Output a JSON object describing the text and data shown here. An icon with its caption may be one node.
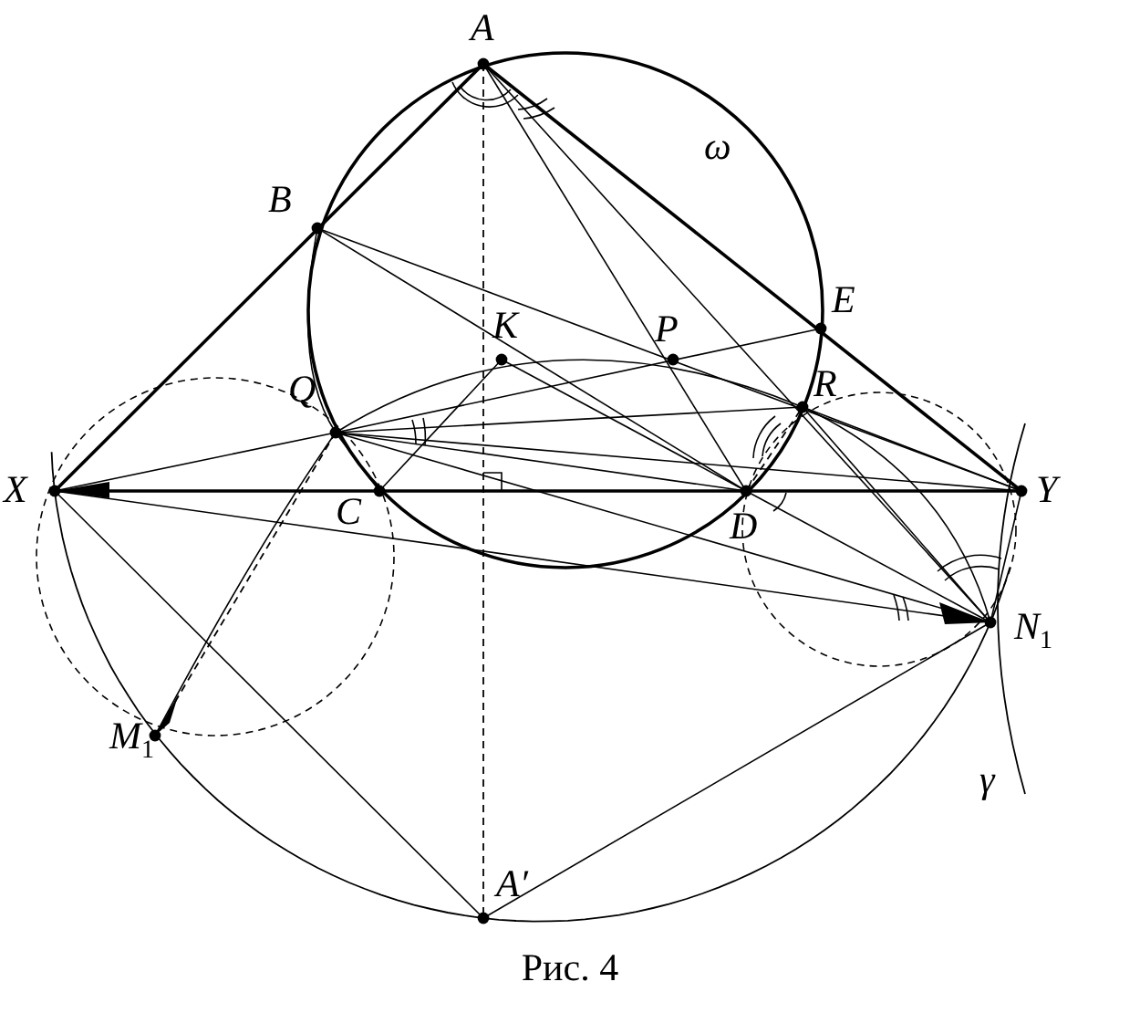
{
  "diagram": {
    "caption": "Рис. 4",
    "labels": [
      "A",
      "ω",
      "B",
      "E",
      "K",
      "P",
      "Q",
      "R",
      "X",
      "C",
      "D",
      "Y",
      "N$_{1}$",
      "M$_{1}$",
      "γ",
      "A′"
    ]
  }
}
